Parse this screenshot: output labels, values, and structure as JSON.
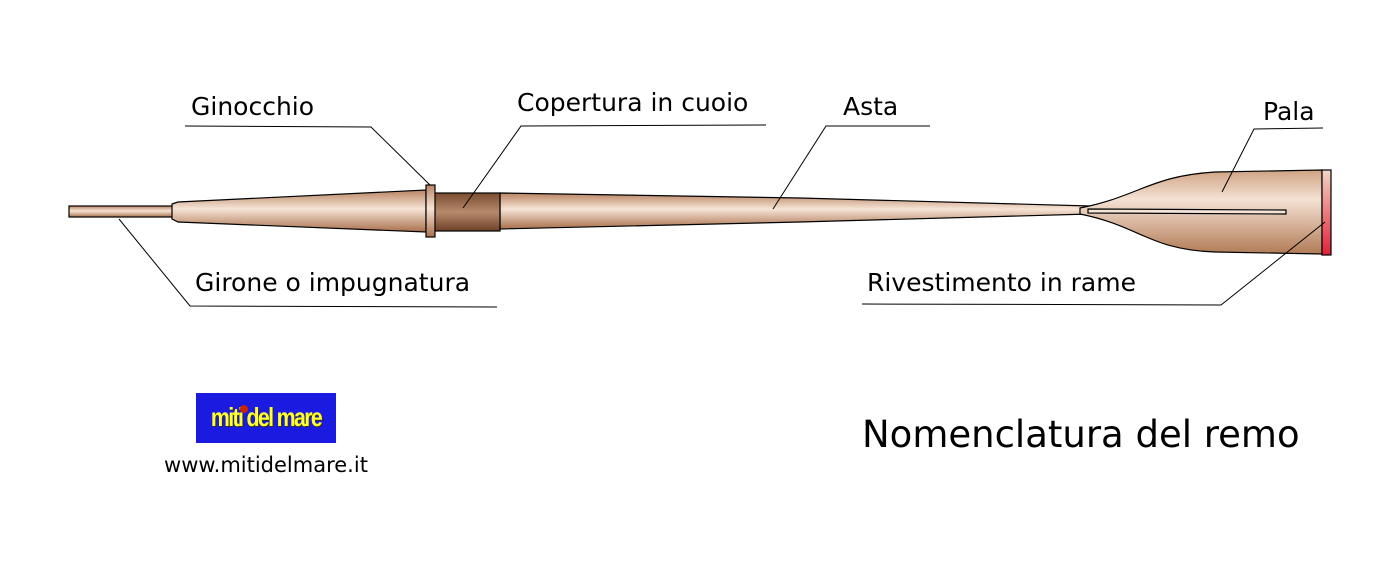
{
  "title": "Nomenclatura del remo",
  "parts": {
    "ginocchio": "Ginocchio",
    "copertura": "Copertura in cuoio",
    "asta": "Asta",
    "pala": "Pala",
    "girone": "Girone o impugnatura",
    "rivestimento": "Rivestimento in rame"
  },
  "logo": {
    "text": "miti del mare"
  },
  "website": "www.mitidelmare.it",
  "colors": {
    "wood_dark": "#b07a56",
    "wood_light": "#f3dccb",
    "leather": "#8a5a3c",
    "copper": "#e0203a",
    "logo_bg": "#1a1ae0",
    "logo_text": "#ffff33"
  }
}
